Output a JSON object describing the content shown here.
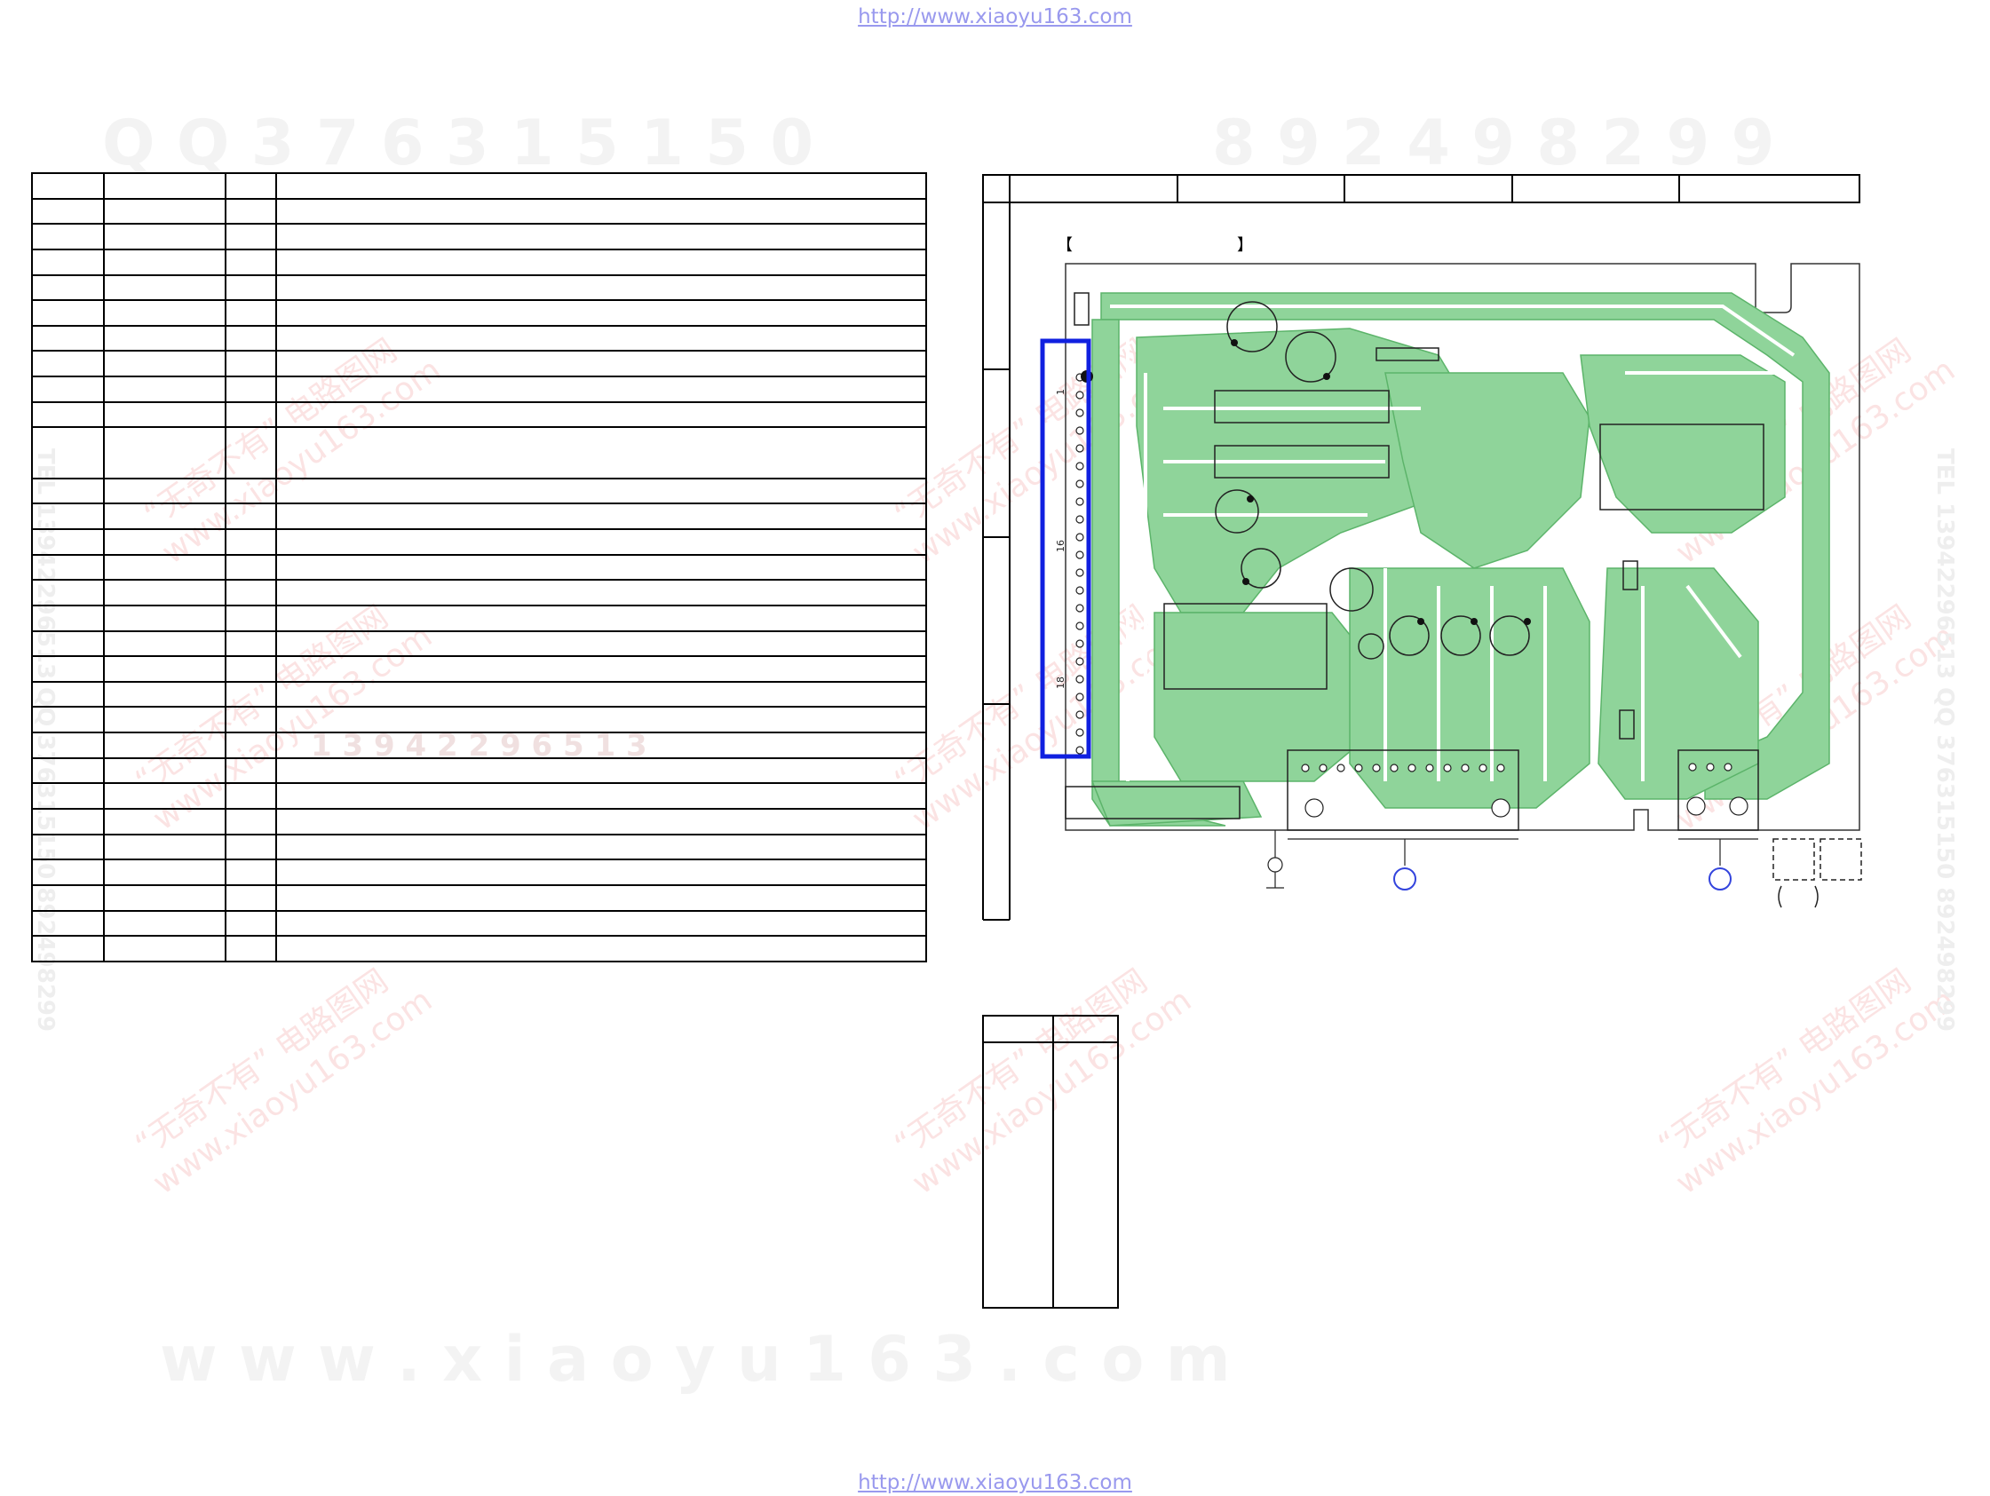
{
  "header": {
    "url": "http://www.xiaoyu163.com"
  },
  "footer": {
    "url": "http://www.xiaoyu163.com"
  },
  "watermarks": {
    "qq_line": "Q Q   3 7 6 3 1 5 1 5 0",
    "tel_line": "8 9 2 4 9 8 2 9 9",
    "www_line": "w w w . x i a o y u 1 6 3 . c o m",
    "mid_digits": "1 3 9 4 2 2 9 6 5 1 3",
    "diag_cn": "“无奇不有” 电路图网",
    "diag_url": "www.xiaoyu163.com",
    "side_right": "TEL 13942296513  QQ 376315150  892498299",
    "side_left": "TEL 13942296513  QQ 376315150  892498299"
  },
  "pin_table": {
    "rows": 30,
    "tall_row_index": 10
  },
  "pcb": {
    "connector_pin_labels": [
      "1",
      "16",
      "18"
    ],
    "bracket_open": "【",
    "bracket_close": "】",
    "colors": {
      "copper": "#8fd49a",
      "copper_edge": "#5cb46a",
      "highlight": "#1020e0",
      "ref_circle": "#3344dd"
    }
  },
  "check_table": {
    "columns": 2
  }
}
